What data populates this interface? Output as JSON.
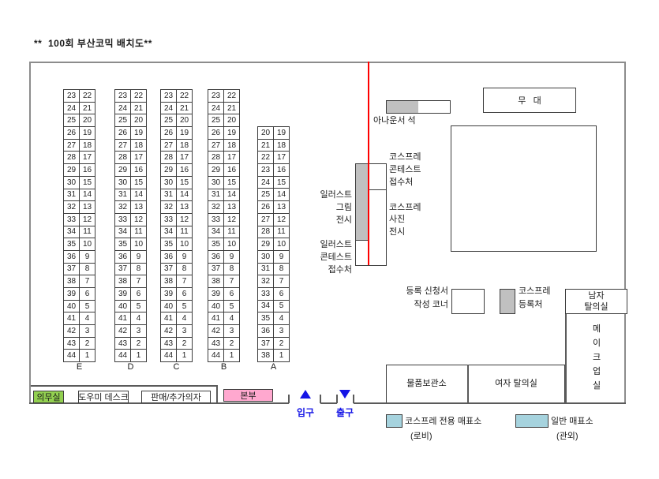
{
  "title": "**  100회 부산코믹 배치도**",
  "labels": {
    "stage": "무   대",
    "announcer": "아나운서 석",
    "cosplay_contest": [
      "코스프레",
      "콘테스트",
      "접수처"
    ],
    "illust_exhibit": [
      "일러스트",
      "그림",
      "전시"
    ],
    "cosplay_photo": [
      "코스프레",
      "사진",
      "전시"
    ],
    "illust_contest": [
      "일러스트",
      "콘테스트",
      "접수처"
    ],
    "reg_form": [
      "등록 신청서",
      "작성 코너"
    ],
    "cosplay_reg": [
      "코스프레",
      "등록처"
    ],
    "men_changing": [
      "남자",
      "탈의실"
    ],
    "makeup_room": [
      "메",
      "이",
      "크",
      "업",
      "실"
    ],
    "storage": "물품보관소",
    "women_changing": "여자 탈의실",
    "infirmary": "의무실",
    "helper_desk": "도우미 데스크",
    "sales_extra_chairs": "판매/추가의자",
    "headquarters": "본부",
    "entrance": "입구",
    "exit": "출구",
    "ticket_cosplay": "코스프레 전용 매표소",
    "ticket_cosplay_sub": "(로비)",
    "ticket_general": "일반 매표소",
    "ticket_general_sub": "(관외)"
  },
  "colors": {
    "infirmary_green": "#92D050",
    "headquarters_pink": "#FFA8CF",
    "ticket_cyan": "#A6D3DE",
    "fill_gray": "#C0C0C0",
    "divider_red": "#FF0000",
    "entrance_blue": "#1414E6"
  },
  "grids": [
    {
      "id": "E",
      "label": "E",
      "rows": [
        [
          23,
          22
        ],
        [
          24,
          21
        ],
        [
          25,
          20
        ],
        [
          26,
          19
        ],
        [
          27,
          18
        ],
        [
          28,
          17
        ],
        [
          29,
          16
        ],
        [
          30,
          15
        ],
        [
          31,
          14
        ],
        [
          32,
          13
        ],
        [
          33,
          12
        ],
        [
          34,
          11
        ],
        [
          35,
          10
        ],
        [
          36,
          9
        ],
        [
          37,
          8
        ],
        [
          38,
          7
        ],
        [
          39,
          6
        ],
        [
          40,
          5
        ],
        [
          41,
          4
        ],
        [
          42,
          3
        ],
        [
          43,
          2
        ],
        [
          44,
          1
        ]
      ]
    },
    {
      "id": "D",
      "label": "D",
      "rows": [
        [
          23,
          22
        ],
        [
          24,
          21
        ],
        [
          25,
          20
        ],
        [
          26,
          19
        ],
        [
          27,
          18
        ],
        [
          28,
          17
        ],
        [
          29,
          16
        ],
        [
          30,
          15
        ],
        [
          31,
          14
        ],
        [
          32,
          13
        ],
        [
          33,
          12
        ],
        [
          34,
          11
        ],
        [
          35,
          10
        ],
        [
          36,
          9
        ],
        [
          37,
          8
        ],
        [
          38,
          7
        ],
        [
          39,
          6
        ],
        [
          40,
          5
        ],
        [
          41,
          4
        ],
        [
          42,
          3
        ],
        [
          43,
          2
        ],
        [
          44,
          1
        ]
      ]
    },
    {
      "id": "C",
      "label": "C",
      "rows": [
        [
          23,
          22
        ],
        [
          24,
          21
        ],
        [
          25,
          20
        ],
        [
          26,
          19
        ],
        [
          27,
          18
        ],
        [
          28,
          17
        ],
        [
          29,
          16
        ],
        [
          30,
          15
        ],
        [
          31,
          14
        ],
        [
          32,
          13
        ],
        [
          33,
          12
        ],
        [
          34,
          11
        ],
        [
          35,
          10
        ],
        [
          36,
          9
        ],
        [
          37,
          8
        ],
        [
          38,
          7
        ],
        [
          39,
          6
        ],
        [
          40,
          5
        ],
        [
          41,
          4
        ],
        [
          42,
          3
        ],
        [
          43,
          2
        ],
        [
          44,
          1
        ]
      ]
    },
    {
      "id": "B",
      "label": "B",
      "rows": [
        [
          23,
          22
        ],
        [
          24,
          21
        ],
        [
          25,
          20
        ],
        [
          26,
          19
        ],
        [
          27,
          18
        ],
        [
          28,
          17
        ],
        [
          29,
          16
        ],
        [
          30,
          15
        ],
        [
          31,
          14
        ],
        [
          32,
          13
        ],
        [
          33,
          12
        ],
        [
          34,
          11
        ],
        [
          35,
          10
        ],
        [
          36,
          9
        ],
        [
          37,
          8
        ],
        [
          38,
          7
        ],
        [
          39,
          6
        ],
        [
          40,
          5
        ],
        [
          41,
          4
        ],
        [
          42,
          3
        ],
        [
          43,
          2
        ],
        [
          44,
          1
        ]
      ]
    },
    {
      "id": "A",
      "label": "A",
      "rows": [
        [
          20,
          19
        ],
        [
          21,
          18
        ],
        [
          22,
          17
        ],
        [
          23,
          16
        ],
        [
          24,
          15
        ],
        [
          25,
          14
        ],
        [
          26,
          13
        ],
        [
          27,
          12
        ],
        [
          28,
          11
        ],
        [
          29,
          10
        ],
        [
          30,
          9
        ],
        [
          31,
          8
        ],
        [
          32,
          7
        ],
        [
          33,
          6
        ],
        [
          34,
          5
        ],
        [
          35,
          4
        ],
        [
          36,
          3
        ],
        [
          37,
          2
        ],
        [
          38,
          1
        ]
      ]
    }
  ]
}
